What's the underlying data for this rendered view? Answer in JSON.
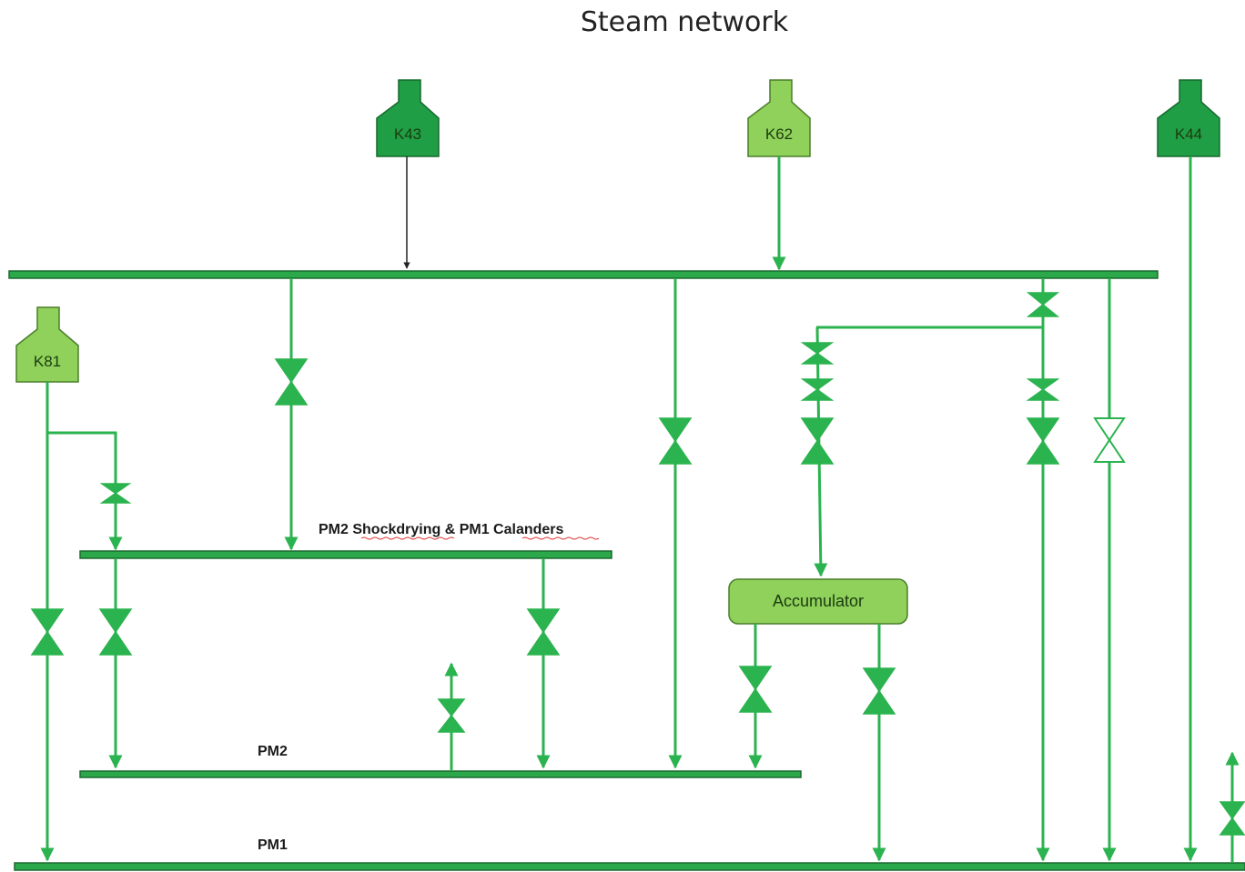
{
  "title": "Steam network",
  "boilers": [
    {
      "id": "k43",
      "label": "K43",
      "color": "#1f9e45"
    },
    {
      "id": "k62",
      "label": "K62",
      "color": "#8fd15a"
    },
    {
      "id": "k44",
      "label": "K44",
      "color": "#1f9e45"
    },
    {
      "id": "k81",
      "label": "K81",
      "color": "#8fd15a"
    }
  ],
  "headers": {
    "pm2_shock": "PM2 Shockdrying & PM1 Calanders",
    "pm2": "PM2",
    "pm1": "PM1"
  },
  "accumulator": {
    "label": "Accumulator",
    "color": "#8fd15a"
  },
  "colors": {
    "pipe": "#2bb34f",
    "header": "#2aa84a",
    "dark_boiler": "#1f9e45",
    "light_boiler": "#8fd15a"
  }
}
